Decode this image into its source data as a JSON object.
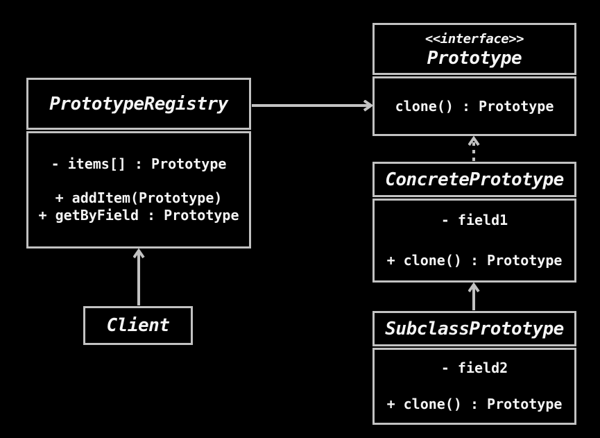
{
  "colors": {
    "background": "#000000",
    "line": "#c2c2c2",
    "text": "#f5f5f5"
  },
  "classes": {
    "prototype": {
      "stereotype": "<<interface>>",
      "name": "Prototype",
      "methods": [
        "clone() : Prototype"
      ]
    },
    "registry": {
      "name": "PrototypeRegistry",
      "attributes": [
        "- items[] : Prototype"
      ],
      "methods": [
        "+ addItem(Prototype)",
        "+ getByField : Prototype"
      ]
    },
    "concrete": {
      "name": "ConcretePrototype",
      "attributes": [
        "- field1"
      ],
      "methods": [
        "+ clone() : Prototype"
      ]
    },
    "subclass": {
      "name": "SubclassPrototype",
      "attributes": [
        "- field2"
      ],
      "methods": [
        "+ clone() : Prototype"
      ]
    },
    "client": {
      "name": "Client"
    }
  },
  "edges": [
    {
      "name": "registry-to-prototype",
      "relation": "association",
      "dashed": false,
      "points": [
        [
          363,
          152
        ],
        [
          535,
          152
        ]
      ]
    },
    {
      "name": "client-to-registry",
      "relation": "association",
      "dashed": false,
      "points": [
        [
          200,
          440
        ],
        [
          200,
          361
        ]
      ]
    },
    {
      "name": "concreteprototype-implements-prototype",
      "relation": "realization",
      "dashed": true,
      "points": [
        [
          683,
          232
        ],
        [
          683,
          199
        ]
      ]
    },
    {
      "name": "subclassprototype-extends-concreteprototype",
      "relation": "inheritance",
      "dashed": false,
      "points": [
        [
          683,
          447
        ],
        [
          683,
          410
        ]
      ]
    }
  ]
}
